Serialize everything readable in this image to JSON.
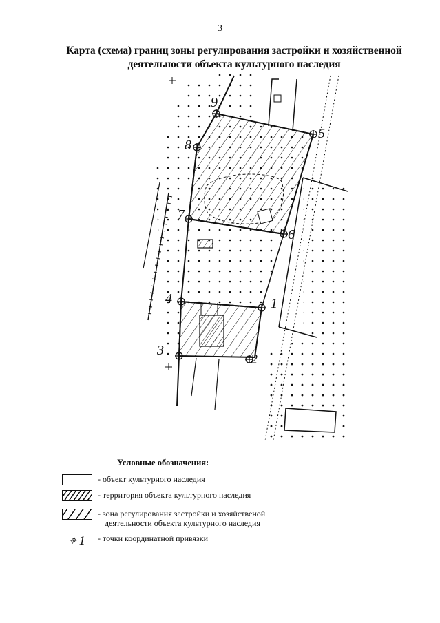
{
  "page": {
    "number": "3",
    "title_line1": "Карта (схема) границ зоны регулирования застройки и хозяйственной",
    "title_line2": "деятельности объекта культурного наследия"
  },
  "map": {
    "boundary_points": [
      {
        "id": "1",
        "label": "1"
      },
      {
        "id": "2",
        "label": "2"
      },
      {
        "id": "3",
        "label": "3"
      },
      {
        "id": "4",
        "label": "4"
      },
      {
        "id": "5",
        "label": "5"
      },
      {
        "id": "6",
        "label": "6"
      },
      {
        "id": "7",
        "label": "7"
      },
      {
        "id": "8",
        "label": "8"
      },
      {
        "id": "9",
        "label": "9"
      }
    ]
  },
  "legend": {
    "heading": "Условные обозначения:",
    "items": [
      {
        "symbol": "empty-rectangle",
        "label": "- объект культурного наследия"
      },
      {
        "symbol": "dense-hatch",
        "label": "- территория объекта культурного наследия"
      },
      {
        "symbol": "sparse-hatch",
        "label_line1": "- зона регулирования застройки и хозяйственой",
        "label_line2": "деятельности  объекта культурного наследия"
      },
      {
        "symbol": "point-marker",
        "marker_text": "⌖ 1",
        "label": "- точки координатной привязки"
      }
    ]
  }
}
